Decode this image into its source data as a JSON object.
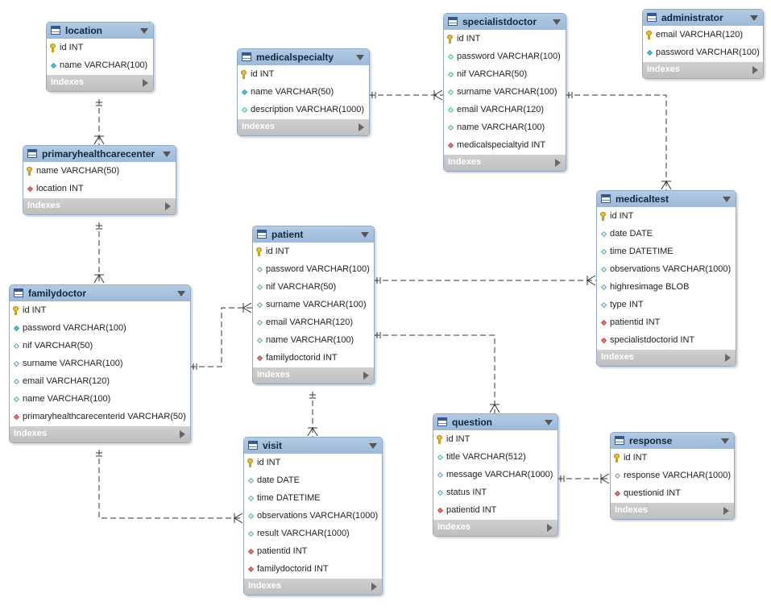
{
  "indexes_label": "Indexes",
  "tables": [
    {
      "id": "location",
      "name": "location",
      "columns": [
        {
          "icon": "key",
          "text": "id INT"
        },
        {
          "icon": "nn",
          "text": "name VARCHAR(100)"
        }
      ]
    },
    {
      "id": "medicalspecialty",
      "name": "medicalspecialty",
      "columns": [
        {
          "icon": "key",
          "text": "id INT"
        },
        {
          "icon": "nn",
          "text": "name VARCHAR(50)"
        },
        {
          "icon": "attr",
          "text": "description VARCHAR(1000)"
        }
      ]
    },
    {
      "id": "specialistdoctor",
      "name": "specialistdoctor",
      "columns": [
        {
          "icon": "key",
          "text": "id INT"
        },
        {
          "icon": "attr",
          "text": "password VARCHAR(100)"
        },
        {
          "icon": "attr",
          "text": "nif VARCHAR(50)"
        },
        {
          "icon": "attr",
          "text": "surname VARCHAR(100)"
        },
        {
          "icon": "attr",
          "text": "email VARCHAR(120)"
        },
        {
          "icon": "attr",
          "text": "name VARCHAR(100)"
        },
        {
          "icon": "fk",
          "text": "medicalspecialtyid INT"
        }
      ]
    },
    {
      "id": "administrator",
      "name": "administrator",
      "columns": [
        {
          "icon": "key",
          "text": "email VARCHAR(120)"
        },
        {
          "icon": "nn",
          "text": "password VARCHAR(100)"
        }
      ]
    },
    {
      "id": "primaryhealthcarecenter",
      "name": "primaryhealthcarecenter",
      "columns": [
        {
          "icon": "key",
          "text": "name VARCHAR(50)"
        },
        {
          "icon": "fk",
          "text": "location INT"
        }
      ]
    },
    {
      "id": "medicaltest",
      "name": "medicaltest",
      "columns": [
        {
          "icon": "key",
          "text": "id INT"
        },
        {
          "icon": "attr",
          "text": "date DATE"
        },
        {
          "icon": "attr",
          "text": "time DATETIME"
        },
        {
          "icon": "attr",
          "text": "observations VARCHAR(1000)"
        },
        {
          "icon": "attr",
          "text": "highresimage BLOB"
        },
        {
          "icon": "attr",
          "text": "type INT"
        },
        {
          "icon": "fk",
          "text": "patientid INT"
        },
        {
          "icon": "fk",
          "text": "specialistdoctorid INT"
        }
      ]
    },
    {
      "id": "patient",
      "name": "patient",
      "columns": [
        {
          "icon": "key",
          "text": "id INT"
        },
        {
          "icon": "attr",
          "text": "password VARCHAR(100)"
        },
        {
          "icon": "attr",
          "text": "nif VARCHAR(50)"
        },
        {
          "icon": "attr",
          "text": "surname VARCHAR(100)"
        },
        {
          "icon": "attr",
          "text": "email VARCHAR(120)"
        },
        {
          "icon": "attr",
          "text": "name VARCHAR(100)"
        },
        {
          "icon": "fk",
          "text": "familydoctorid INT"
        }
      ]
    },
    {
      "id": "familydoctor",
      "name": "familydoctor",
      "columns": [
        {
          "icon": "key",
          "text": "id INT"
        },
        {
          "icon": "nn",
          "text": "password VARCHAR(100)"
        },
        {
          "icon": "attr",
          "text": "nif VARCHAR(50)"
        },
        {
          "icon": "attr",
          "text": "surname VARCHAR(100)"
        },
        {
          "icon": "attr",
          "text": "email VARCHAR(120)"
        },
        {
          "icon": "attr",
          "text": "name VARCHAR(100)"
        },
        {
          "icon": "fk",
          "text": "primaryhealthcarecenterid VARCHAR(50)"
        }
      ]
    },
    {
      "id": "visit",
      "name": "visit",
      "columns": [
        {
          "icon": "key",
          "text": "id INT"
        },
        {
          "icon": "attr",
          "text": "date DATE"
        },
        {
          "icon": "attr",
          "text": "time DATETIME"
        },
        {
          "icon": "attr",
          "text": "observations VARCHAR(1000)"
        },
        {
          "icon": "attr",
          "text": "result VARCHAR(1000)"
        },
        {
          "icon": "fk",
          "text": "patientid INT"
        },
        {
          "icon": "fk",
          "text": "familydoctorid INT"
        }
      ]
    },
    {
      "id": "question",
      "name": "question",
      "columns": [
        {
          "icon": "key",
          "text": "id INT"
        },
        {
          "icon": "attr",
          "text": "title VARCHAR(512)"
        },
        {
          "icon": "attr",
          "text": "message VARCHAR(1000)"
        },
        {
          "icon": "attr",
          "text": "status INT"
        },
        {
          "icon": "fk",
          "text": "patientid INT"
        }
      ]
    },
    {
      "id": "response",
      "name": "response",
      "columns": [
        {
          "icon": "key",
          "text": "id INT"
        },
        {
          "icon": "attr",
          "text": "response VARCHAR(1000)"
        },
        {
          "icon": "fk",
          "text": "questionid INT"
        }
      ]
    }
  ],
  "relationships": [
    {
      "from": "location",
      "to": "primaryhealthcarecenter",
      "cardinality": "one-to-many"
    },
    {
      "from": "primaryhealthcarecenter",
      "to": "familydoctor",
      "cardinality": "one-to-many"
    },
    {
      "from": "medicalspecialty",
      "to": "specialistdoctor",
      "cardinality": "one-to-many"
    },
    {
      "from": "specialistdoctor",
      "to": "medicaltest",
      "cardinality": "one-to-many"
    },
    {
      "from": "patient",
      "to": "medicaltest",
      "cardinality": "one-to-many"
    },
    {
      "from": "familydoctor",
      "to": "patient",
      "cardinality": "one-to-many"
    },
    {
      "from": "patient",
      "to": "visit",
      "cardinality": "one-to-many"
    },
    {
      "from": "familydoctor",
      "to": "visit",
      "cardinality": "one-to-many"
    },
    {
      "from": "patient",
      "to": "question",
      "cardinality": "one-to-many"
    },
    {
      "from": "question",
      "to": "response",
      "cardinality": "one-to-many"
    }
  ]
}
